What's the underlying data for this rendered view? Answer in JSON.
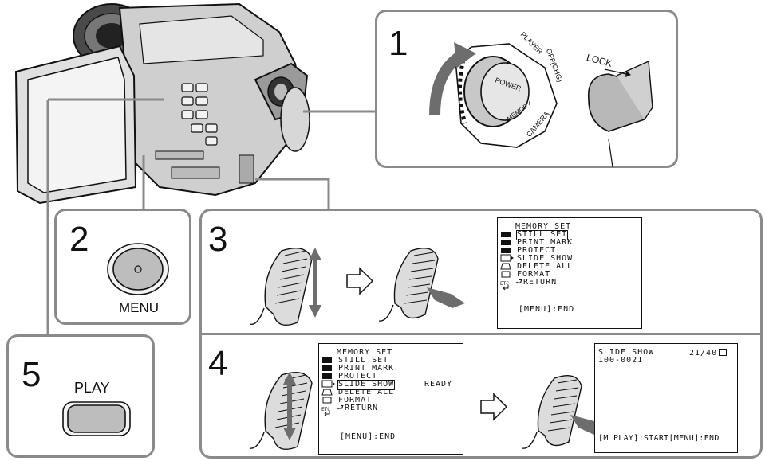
{
  "steps": {
    "s1": "1",
    "s2": "2",
    "s3": "3",
    "s4": "4",
    "s5": "5"
  },
  "dial": {
    "power": "POWER",
    "player": "PLAYER",
    "off": "OFF(CHG)",
    "camera": "CAMERA",
    "memory": "MEMORY",
    "lock": "LOCK"
  },
  "buttons": {
    "menu_label": "MENU",
    "play_label": "PLAY"
  },
  "menu_screen": {
    "title": "MEMORY SET",
    "items": [
      "STILL SET",
      "PRINT MARK",
      "PROTECT",
      "SLIDE SHOW",
      "DELETE ALL",
      "FORMAT",
      "RETURN"
    ],
    "footer": "[MENU]:END",
    "ready": "READY",
    "etc": "ETC"
  },
  "slide_screen": {
    "title": "SLIDE SHOW",
    "counter": "21/40",
    "file": "100-0021",
    "footer": "[M PLAY]:START[MENU]:END"
  },
  "colors": {
    "border": "#8a8a8a",
    "ink": "#111111",
    "button": "#bdbdbd"
  }
}
